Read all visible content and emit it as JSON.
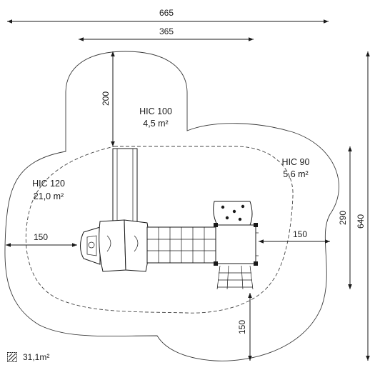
{
  "dimensions": {
    "overall_width": "665",
    "tower_width": "365",
    "slide_zone": "200",
    "left_clearance": "150",
    "right_clearance": "150",
    "bottom_clearance": "150",
    "right_height": "290",
    "overall_height": "640"
  },
  "zones": [
    {
      "code": "HIC 100",
      "area": "4,5 m²"
    },
    {
      "code": "HIC 120",
      "area": "21,0 m²"
    },
    {
      "code": "HIC 90",
      "area": "5,6 m²"
    }
  ],
  "legend": {
    "icon": "hatched-area-icon",
    "total_area": "31,1m²"
  }
}
